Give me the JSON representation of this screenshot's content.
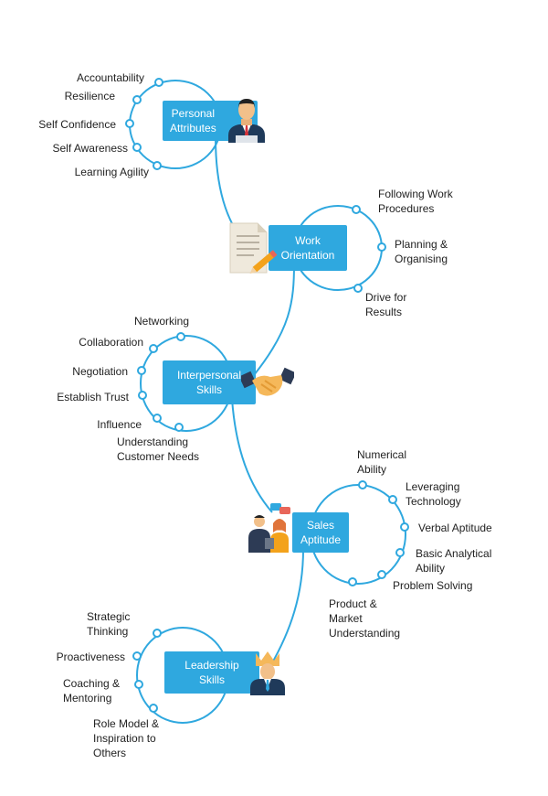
{
  "colors": {
    "accent": "#2fa8df",
    "line": "#2fa8df",
    "text": "#222222",
    "box_text": "#ffffff"
  },
  "sections": [
    {
      "title": "Personal\nAttributes",
      "icon": "businessman-icon",
      "items": [
        "Accountability",
        "Resilience",
        "Self Confidence",
        "Self Awareness",
        "Learning Agility"
      ]
    },
    {
      "title": "Work\nOrientation",
      "icon": "document-pencil-icon",
      "items": [
        "Following Work\nProcedures",
        "Planning &\nOrganising",
        "Drive for\nResults"
      ]
    },
    {
      "title": "Interpersonal\nSkills",
      "icon": "handshake-icon",
      "items": [
        "Networking",
        "Collaboration",
        "Negotiation",
        "Establish Trust",
        "Influence",
        "Understanding\nCustomer Needs"
      ]
    },
    {
      "title": "Sales\nAptitude",
      "icon": "sales-team-icon",
      "items": [
        "Numerical\nAbility",
        "Leveraging\nTechnology",
        "Verbal Aptitude",
        "Basic Analytical\nAbility",
        "Problem Solving",
        "Product &\nMarket\nUnderstanding"
      ]
    },
    {
      "title": "Leadership\nSkills",
      "icon": "leader-crown-icon",
      "items": [
        "Strategic\nThinking",
        "Proactiveness",
        "Coaching &\nMentoring",
        "Role Model &\nInspiration to\nOthers"
      ]
    }
  ]
}
